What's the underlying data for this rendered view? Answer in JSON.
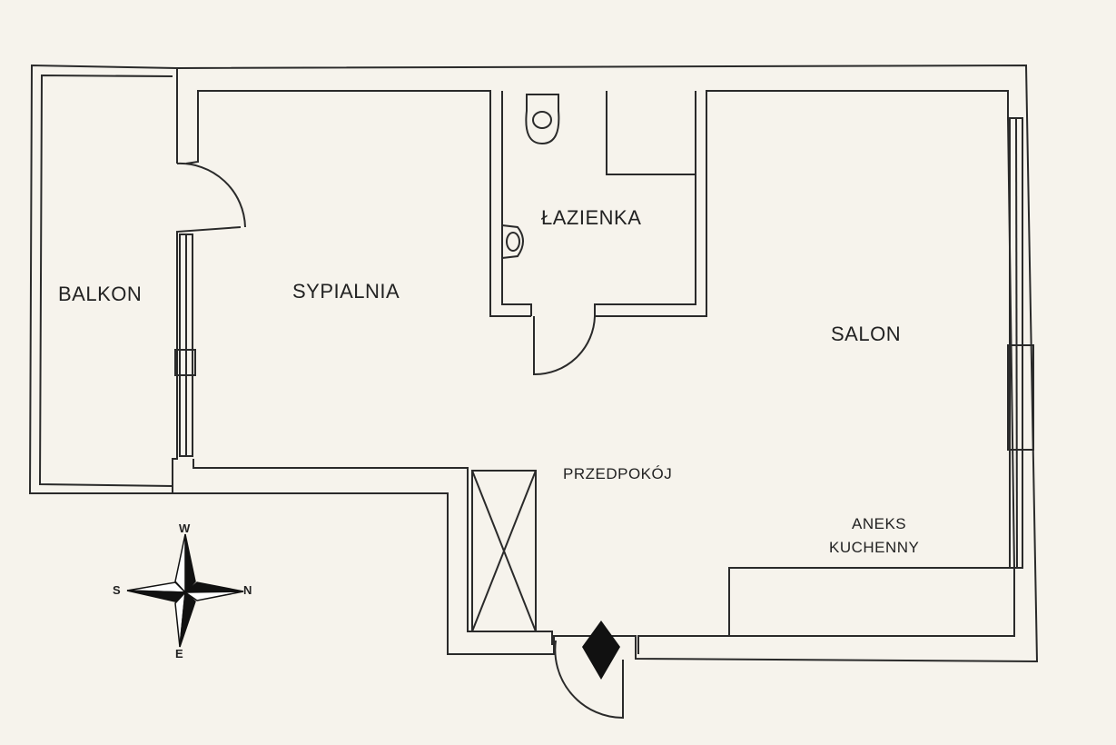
{
  "plan": {
    "rooms": {
      "balkon": "BALKON",
      "sypialnia": "SYPIALNIA",
      "lazienka": "ŁAZIENKA",
      "salon": "SALON",
      "przedpokoj": "PRZEDPOKÓJ",
      "aneks_line1": "ANEKS",
      "aneks_line2": "KUCHENNY"
    },
    "compass": {
      "top": "W",
      "left": "S",
      "right": "N",
      "bottom": "E"
    },
    "colors": {
      "paper": "#f6f3ec",
      "line": "#2a2a2a"
    }
  }
}
